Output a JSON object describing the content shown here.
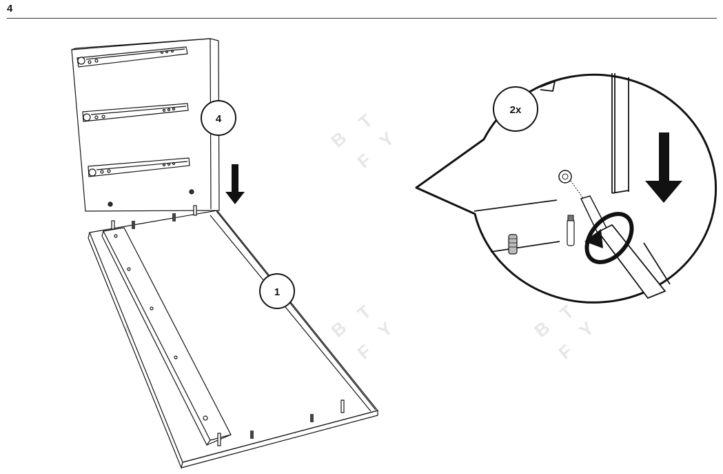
{
  "header": {
    "step_number": "4"
  },
  "callouts": {
    "side_panel_part": "4",
    "bottom_panel_part": "1",
    "quantity": "2x"
  },
  "watermark": {
    "letters": [
      "B",
      "T",
      "F",
      "Y"
    ]
  },
  "icons": [
    "down-arrow-icon",
    "rotation-arrow-icon",
    "screwdriver-icon",
    "cam-lock-icon",
    "dowel-icon",
    "cam-bolt-icon"
  ],
  "colors": {
    "line": "#111111",
    "watermark": "#e6e6e6",
    "background": "#ffffff"
  }
}
